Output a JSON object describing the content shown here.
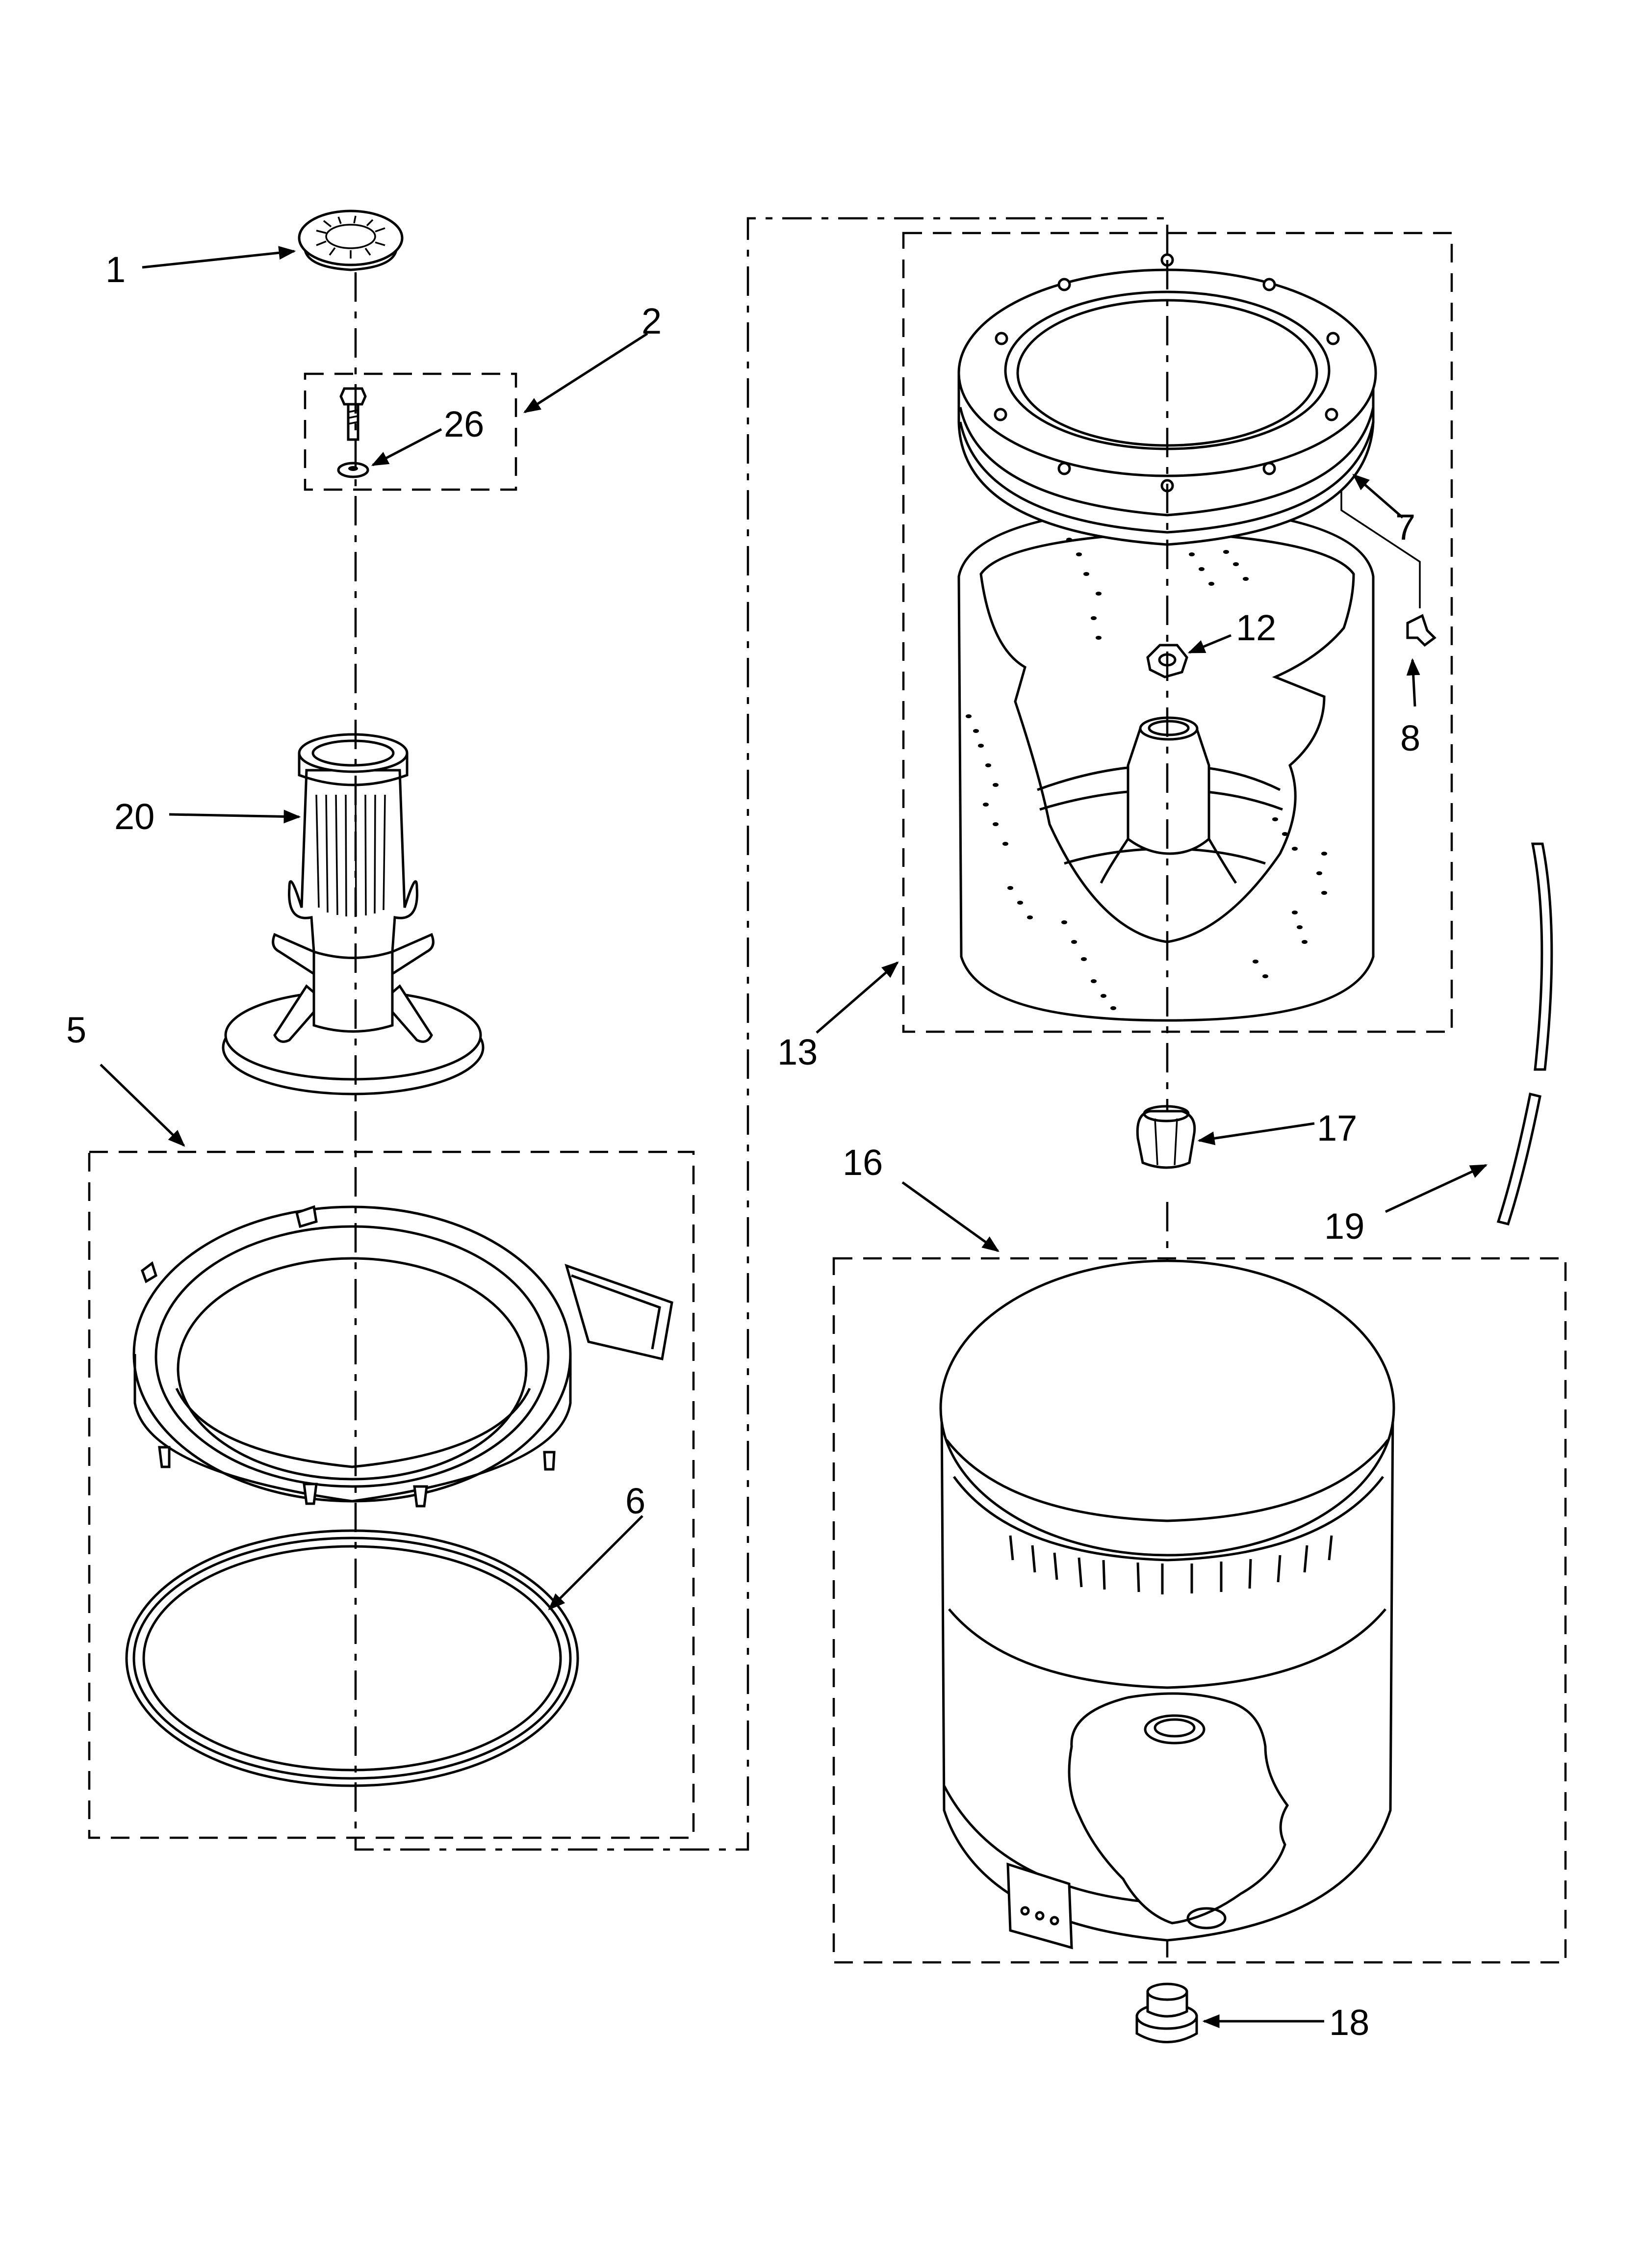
{
  "callouts": {
    "c1": "1",
    "c2": "2",
    "c26": "26",
    "c20": "20",
    "c5": "5",
    "c6": "6",
    "c13": "13",
    "c7": "7",
    "c12": "12",
    "c8": "8",
    "c16": "16",
    "c17": "17",
    "c19": "19",
    "c18": "18"
  }
}
